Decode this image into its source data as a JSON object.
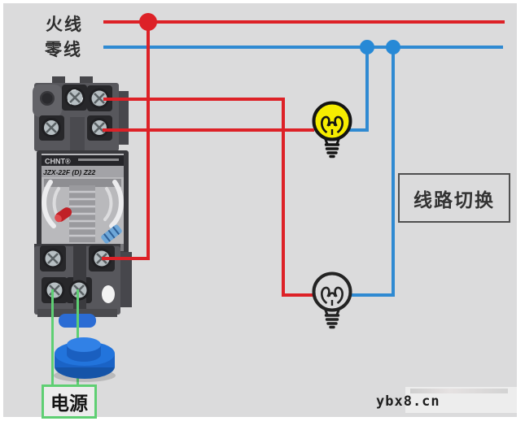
{
  "diagram": {
    "title": "relay two-bulb line-switching wiring diagram",
    "labels": {
      "live_wire": "火线",
      "neutral_wire": "零线",
      "line_switch": "线路切换",
      "power": "电源"
    },
    "relay": {
      "brand": "CHNT®",
      "model": "JZX-22F (D) Z22"
    },
    "watermark": "ybx8.cn",
    "colors": {
      "background": "#dbdbdc",
      "live_wire": "#dd2127",
      "neutral_wire": "#2f8ad2",
      "power_wire": "#5ecf73",
      "bulb_on_fill": "#f6ec00",
      "button_blue": "#2274dc",
      "power_box_border": "#5fcf73"
    },
    "components": [
      {
        "name": "live-wire",
        "type": "bus",
        "color": "red"
      },
      {
        "name": "neutral-wire",
        "type": "bus",
        "color": "blue"
      },
      {
        "name": "relay",
        "type": "CHNT relay with socket"
      },
      {
        "name": "push-button",
        "type": "blue pushbutton"
      },
      {
        "name": "bulb-top",
        "state": "on"
      },
      {
        "name": "bulb-bottom",
        "state": "off"
      },
      {
        "name": "line-switch-label-box"
      },
      {
        "name": "power-label-box"
      }
    ],
    "connections": [
      "live bus → relay lower terminal",
      "relay output 1 → top bulb → neutral bus",
      "relay output 2 → bottom bulb → neutral bus",
      "relay coil terminals → power (电源)"
    ]
  }
}
